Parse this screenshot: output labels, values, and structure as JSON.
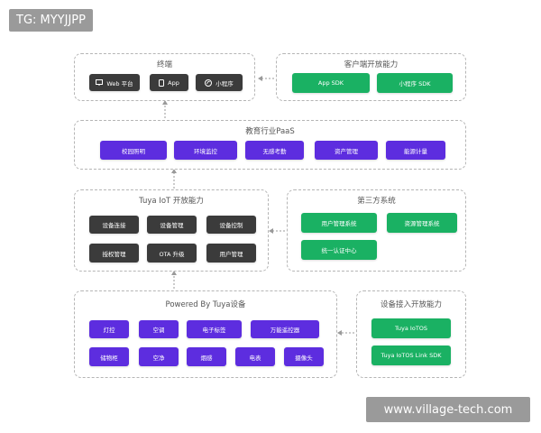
{
  "watermarks": {
    "top": "TG: MYYJJPP",
    "bottom": "www.village-tech.com"
  },
  "terminal": {
    "title": "终端",
    "items": [
      {
        "label": "Web 平台",
        "icon": "monitor-icon"
      },
      {
        "label": "App",
        "icon": "phone-icon"
      },
      {
        "label": "小程序",
        "icon": "mini-program-icon"
      }
    ]
  },
  "client_capability": {
    "title": "客户端开放能力",
    "items": [
      "App SDK",
      "小程序 SDK"
    ]
  },
  "paas": {
    "title": "教育行业PaaS",
    "items": [
      "校园照明",
      "环境监控",
      "无感考勤",
      "资产管理",
      "能源计量"
    ]
  },
  "iot": {
    "title": "Tuya IoT 开放能力",
    "items": [
      "设备连接",
      "设备管理",
      "设备控制",
      "授权管理",
      "OTA 升级",
      "用户管理"
    ]
  },
  "third_party": {
    "title": "第三方系统",
    "items": [
      "用户管理系统",
      "资源管理系统",
      "统一认证中心"
    ]
  },
  "devices": {
    "title": "Powered By Tuya设备",
    "items": [
      "灯控",
      "空调",
      "电子标签",
      "万能遥控器",
      "储物柜",
      "空净",
      "烟感",
      "电表",
      "摄像头"
    ]
  },
  "access": {
    "title": "设备接入开放能力",
    "items": [
      "Tuya IoTOS",
      "Tuya IoTOS Link SDK"
    ]
  },
  "colors": {
    "dark": "#3b3b3b",
    "purple": "#5d2ddf",
    "green": "#1ab163",
    "border": "#b5b5b5"
  }
}
